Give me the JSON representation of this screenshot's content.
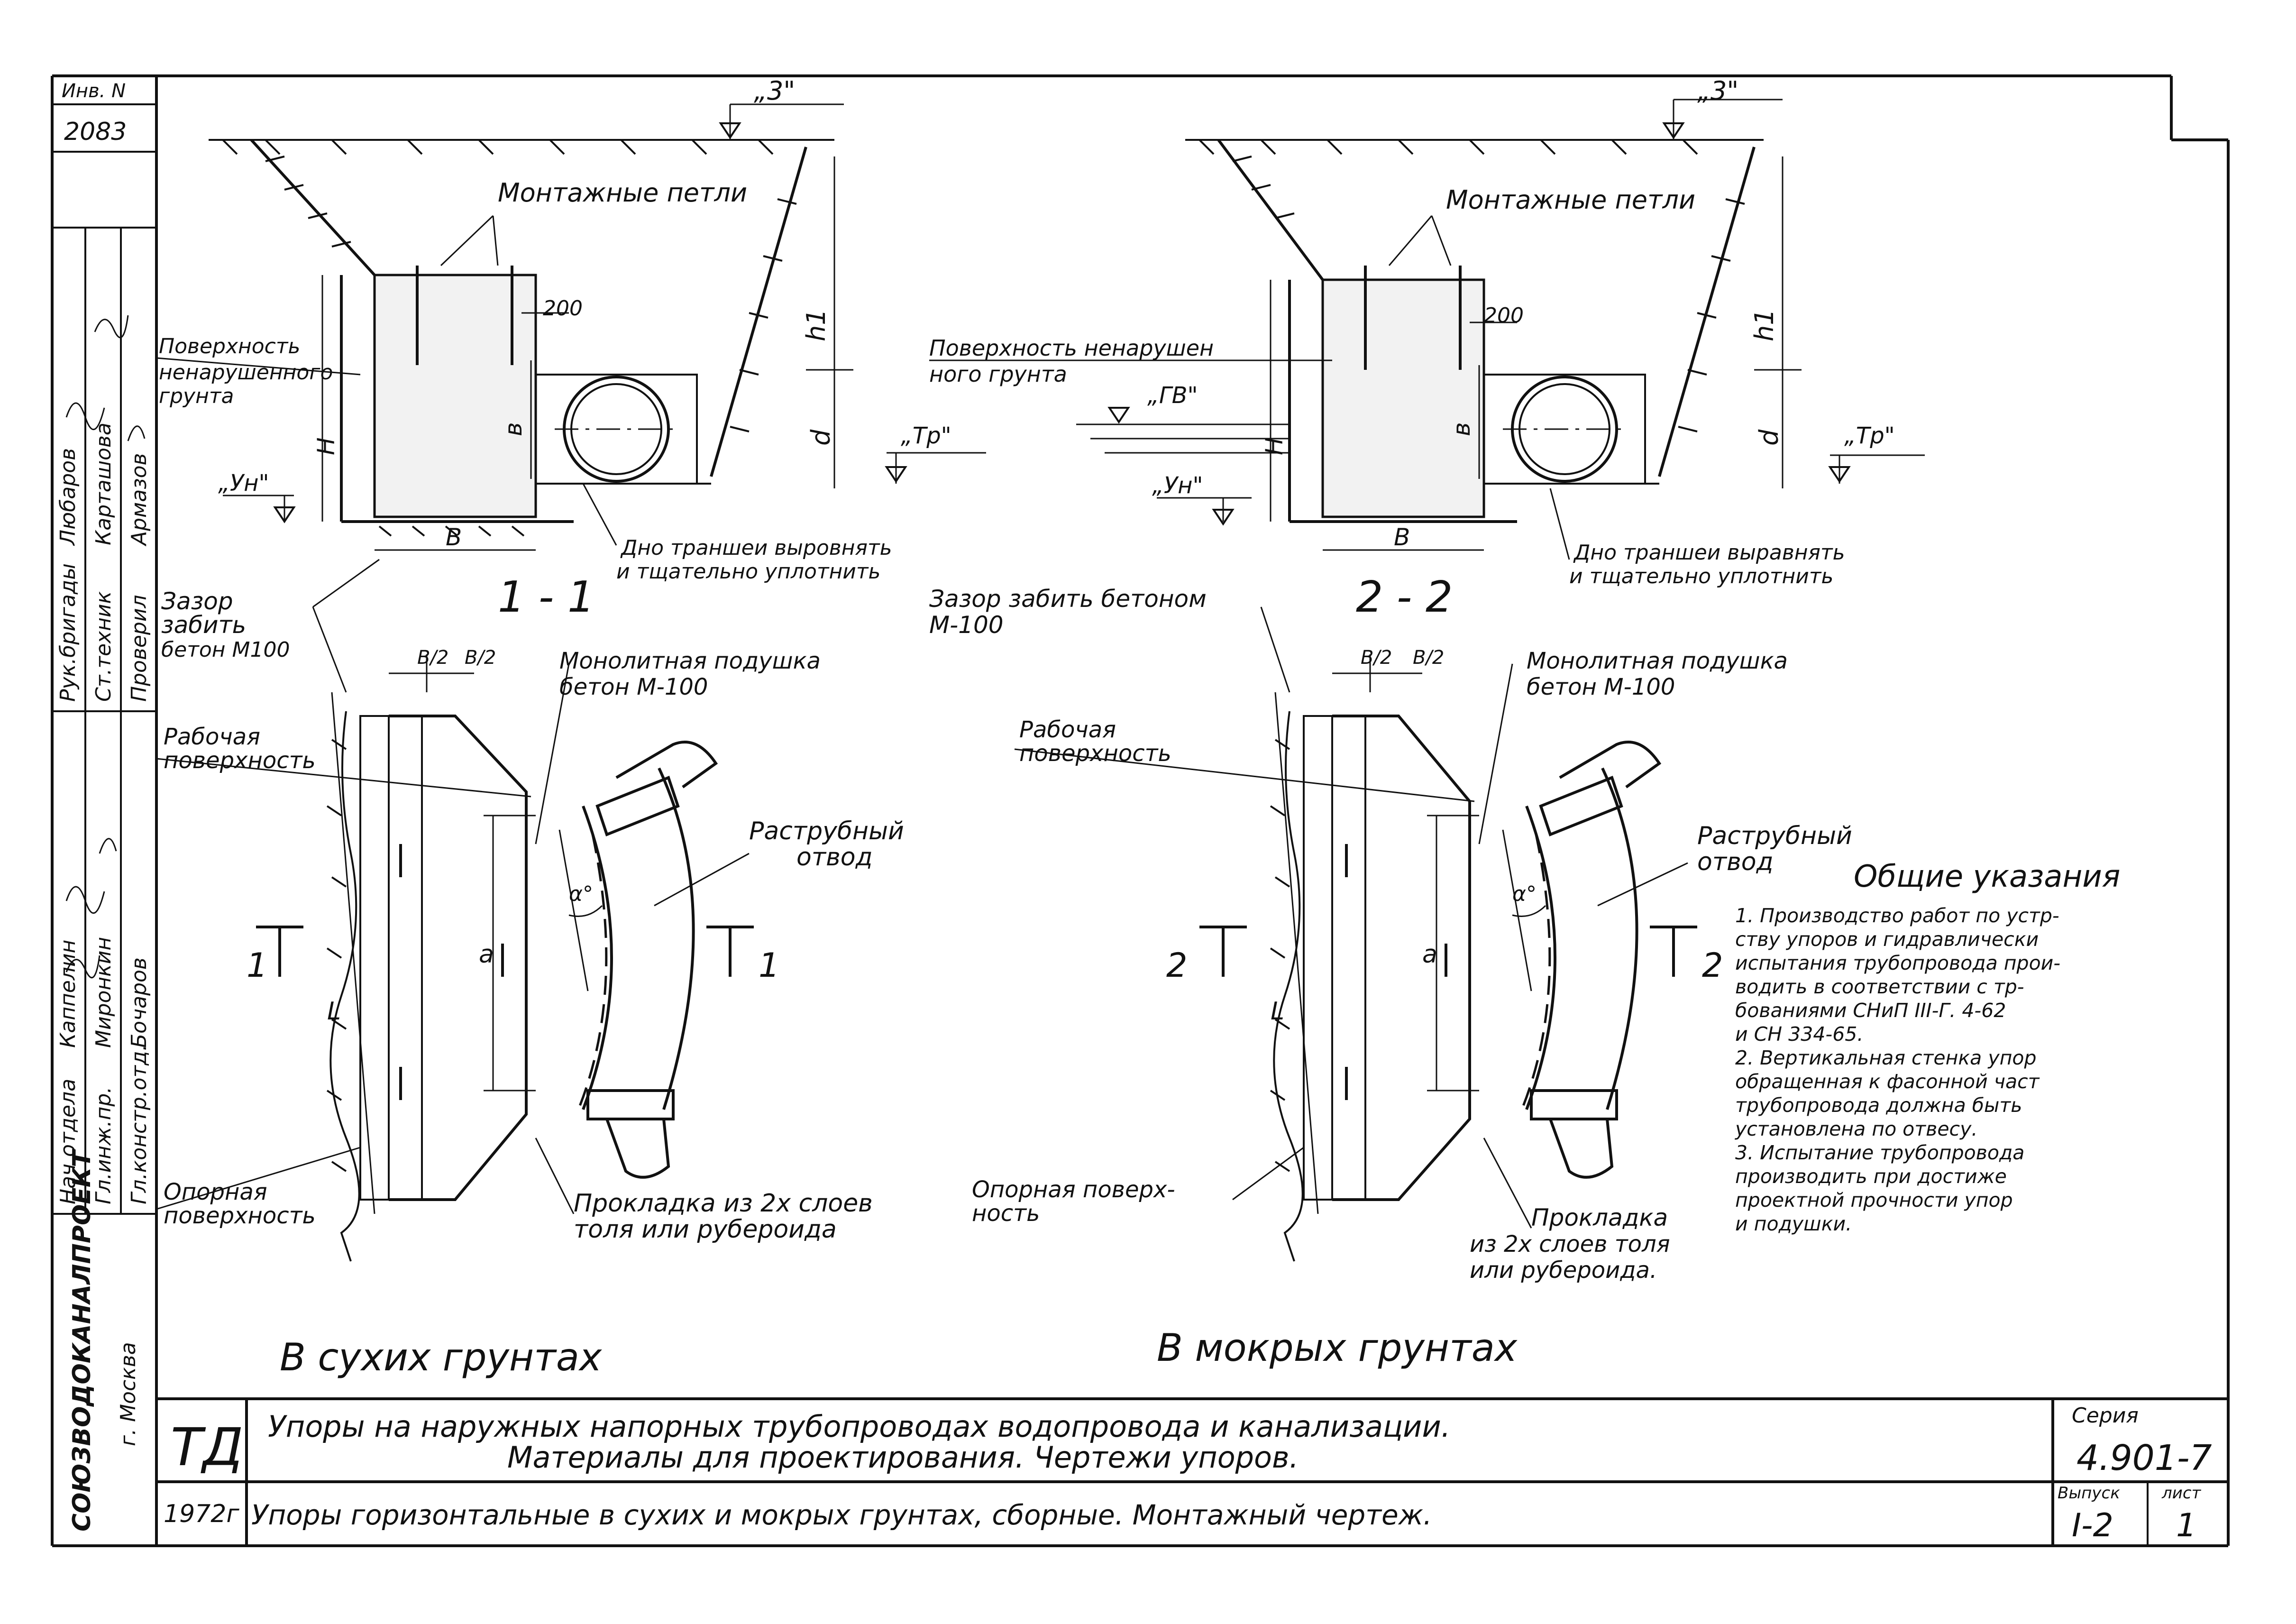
{
  "stamp": {
    "inv_label": "Инв. N",
    "inv_number": "2083",
    "roles": [
      "Нач.отдела",
      "Гл.инж.пр.",
      "Гл.констр.отд.",
      "Рук.бригады",
      "Ст.техник",
      "Проверил"
    ],
    "names": [
      "Каппелин",
      "Миронкин",
      "Бочаров",
      "Любаров",
      "Карташова",
      "Армазов"
    ],
    "org_name": "СОЮЗВОДОКАНАЛПРОЕКТ",
    "org_city": "г. Москва"
  },
  "section_1": {
    "level_3": "„3\"",
    "loops": "Монтажные петли",
    "surface_undisturbed": [
      "Поверхность",
      "ненарушенного",
      "грунта"
    ],
    "dim_200": "200",
    "dim_h1": "h1",
    "dim_d": "d",
    "dim_H": "H",
    "dim_b": "в",
    "dim_B": "В",
    "level_tr": "„Тр\"",
    "level_un": "„Ун\"",
    "trench_bottom": [
      "Дно траншеи выровнять",
      "и тщательно уплотнить"
    ],
    "title": "1 - 1"
  },
  "section_2": {
    "level_3": "„3\"",
    "loops": "Монтажные петли",
    "surface_undisturbed": [
      "Поверхность ненарушен",
      "ного грунта"
    ],
    "level_gv": "„ГВ\"",
    "dim_200": "200",
    "dim_h1": "h1",
    "dim_d": "d",
    "dim_H": "H",
    "dim_b": "в",
    "dim_B": "В",
    "level_tr": "„Тр\"",
    "level_un": "„Ун\"",
    "trench_bottom": [
      "Дно траншеи выравнять",
      "и тщательно уплотнить"
    ],
    "title": "2 - 2"
  },
  "plan_1": {
    "gap": [
      "Зазор",
      "забить",
      "бетон М100"
    ],
    "dim_B2": "В/2",
    "cushion": [
      "Монолитная подушка",
      "бетон М-100"
    ],
    "working_surface": [
      "Рабочая",
      "поверхность"
    ],
    "bend": [
      "Раструбный",
      "отвод"
    ],
    "dim_a": "а",
    "dim_L": "L",
    "angle": "α°",
    "mark_left": "1",
    "mark_right": "1",
    "support_surface": [
      "Опорная",
      "поверхность"
    ],
    "gasket": [
      "Прокладка из 2х слоев",
      "толя или рубероида"
    ],
    "caption": "В сухих грунтах"
  },
  "plan_2": {
    "gap": [
      "Зазор забить бетоном",
      "М-100"
    ],
    "dim_B2": "В/2",
    "cushion": [
      "Монолитная подушка",
      "бетон М-100"
    ],
    "working_surface": [
      "Рабочая",
      "поверхность"
    ],
    "bend": [
      "Раструбный",
      "отвод"
    ],
    "dim_a": "а",
    "dim_L": "L",
    "angle": "α°",
    "mark_left": "2",
    "mark_right": "2",
    "support_surface": [
      "Опорная поверх-",
      "ность"
    ],
    "gasket": [
      "Прокладка",
      "из 2х слоев толя",
      "или рубероида."
    ],
    "caption": "В мокрых грунтах"
  },
  "notes": {
    "title": "Общие указания",
    "lines": [
      "1. Производство работ по устр-",
      "ству упоров и гидравлически",
      "испытания трубопровода прои-",
      "водить в соответствии с тр-",
      "бованиями СНиП III-Г. 4-62",
      "и СН 334-65.",
      "2. Вертикальная стенка упор",
      "обращенная к фасонной част",
      "трубопровода должна быть",
      "установлена по отвесу.",
      "3. Испытание трубопровода",
      "производить при достиже",
      "проектной прочности упор",
      "и подушки."
    ]
  },
  "title_block": {
    "logo": "ТД",
    "year": "1972г",
    "title_line1": "Упоры на наружных напорных трубопроводах водопровода и канализации.",
    "title_line2": "Материалы для проектирования. Чертежи упоров.",
    "subtitle": "Упоры горизонтальные в сухих и мокрых грунтах, сборные. Монтажный чертеж.",
    "series_label": "Серия",
    "series_value": "4.901-7",
    "issue_label": "Выпуск",
    "issue_value": "I-2",
    "sheet_label": "лист",
    "sheet_value": "1"
  }
}
